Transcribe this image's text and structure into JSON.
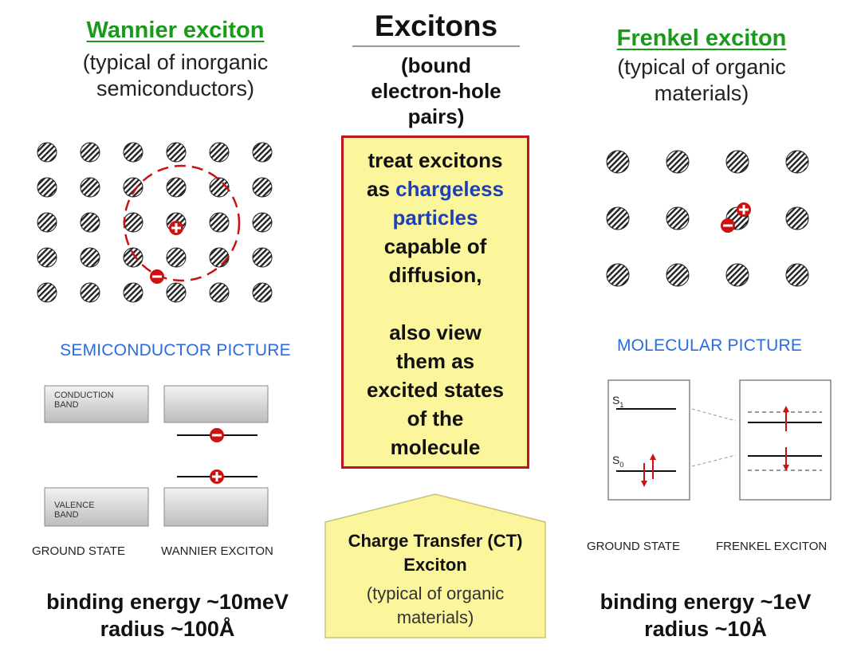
{
  "left": {
    "title": "Wannier exciton",
    "subtitle": [
      "(typical of inorganic",
      "semiconductors)"
    ],
    "picture_title": "SEMICONDUCTOR PICTURE",
    "conduction_band": [
      "CONDUCTION",
      "BAND"
    ],
    "valence_band": [
      "VALENCE",
      "BAND"
    ],
    "ground_state": "GROUND STATE",
    "excited_state": "WANNIER EXCITON",
    "binding": [
      "binding energy ~10meV",
      "radius ~100Å"
    ]
  },
  "center": {
    "title": "Excitons",
    "subtitle": [
      "(bound",
      "electron-hole",
      "pairs)"
    ],
    "box_line1": "treat excitons",
    "box_as": "as",
    "box_hl1": "chargeless",
    "box_hl2": "particles",
    "box_rest1": [
      "capable of",
      "diffusion,"
    ],
    "box_rest2": [
      "also view",
      "them as",
      "excited states",
      "of the",
      "molecule"
    ],
    "ct_title": [
      "Charge Transfer (CT)",
      "Exciton"
    ],
    "ct_sub": [
      "(typical of organic",
      "materials)"
    ]
  },
  "right": {
    "title": "Frenkel exciton",
    "subtitle": [
      "(typical of organic",
      "materials)"
    ],
    "picture_title": "MOLECULAR PICTURE",
    "s1": "S",
    "s1_sub": "1",
    "s0": "S",
    "s0_sub": "0",
    "ground_state": "GROUND STATE",
    "excited_state": "FRENKEL EXCITON",
    "binding": [
      "binding energy ~1eV",
      "radius ~10Å"
    ]
  },
  "colors": {
    "green": "#1a9a1a",
    "blue": "#2a6be0",
    "red": "#cc1111",
    "box_fill": "#fbf59c",
    "box_border": "#c0141e"
  }
}
